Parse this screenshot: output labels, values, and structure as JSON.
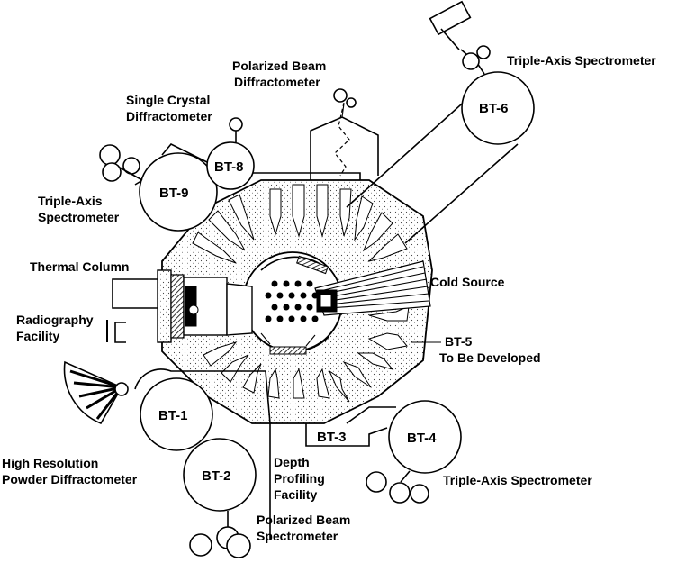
{
  "beam_tubes": {
    "bt1": "BT-1",
    "bt2": "BT-2",
    "bt3": "BT-3",
    "bt4": "BT-4",
    "bt6": "BT-6",
    "bt8": "BT-8",
    "bt9": "BT-9"
  },
  "labels": {
    "polarized_beam_diffractometer": [
      "Polarized Beam",
      "Diffractometer"
    ],
    "single_crystal_diffractometer": [
      "Single Crystal",
      "Diffractometer"
    ],
    "triple_axis_top_right": "Triple-Axis Spectrometer",
    "triple_axis_left": [
      "Triple-Axis",
      "Spectrometer"
    ],
    "thermal_column": "Thermal Column",
    "radiography_facility": [
      "Radiography",
      "Facility"
    ],
    "cold_source": "Cold Source",
    "bt5": [
      "BT-5",
      "To Be Developed"
    ],
    "high_resolution_powder": [
      "High Resolution",
      "Powder Diffractometer"
    ],
    "depth_profiling": [
      "Depth",
      "Profiling",
      "Facility"
    ],
    "triple_axis_bottom": "Triple-Axis Spectrometer",
    "polarized_beam_spectrometer": [
      "Polarized Beam",
      "Spectrometer"
    ]
  }
}
